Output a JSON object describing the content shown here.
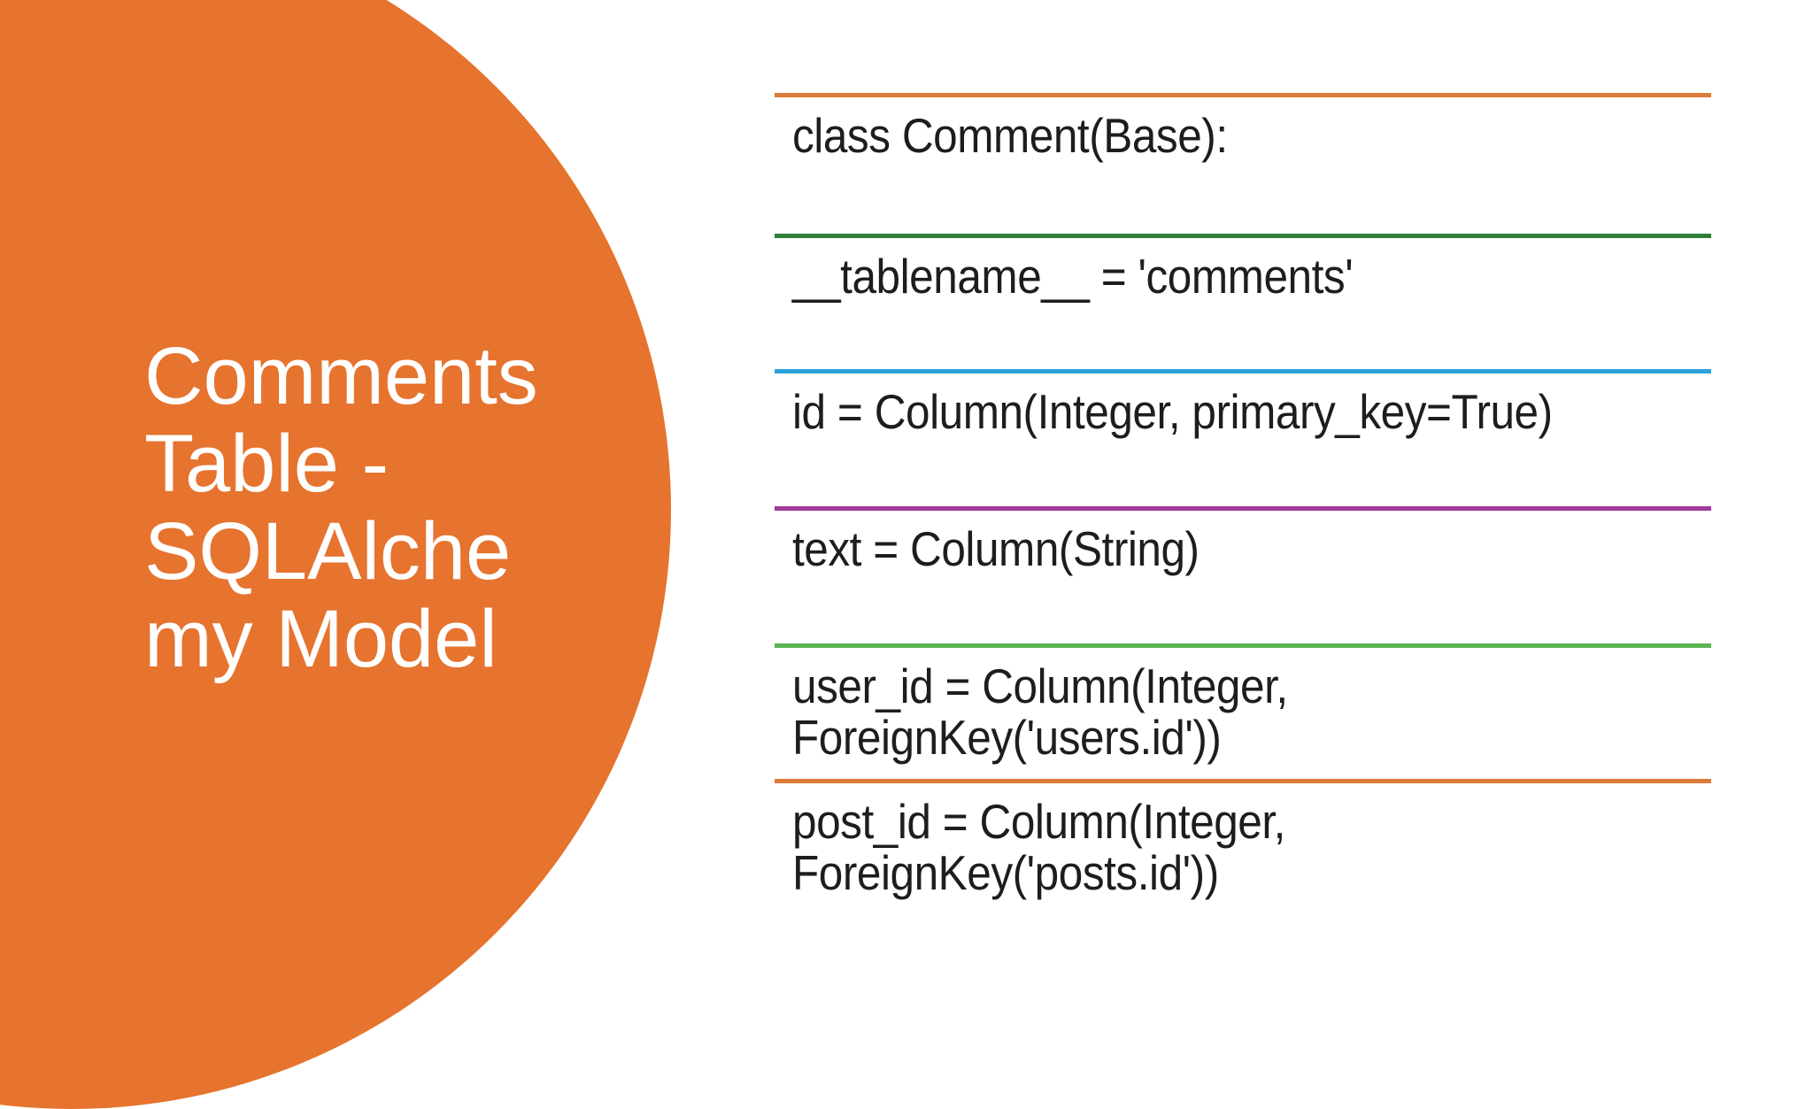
{
  "slide": {
    "kind": "presentation-slide",
    "title": {
      "full_text": "Comments Table - SQLAlchemy Model",
      "lines": [
        "Comments",
        "Table -",
        "SQLAlche",
        "my Model"
      ]
    },
    "code_rows": [
      {
        "color": "#DC7B39",
        "lines": [
          "class Comment(Base):"
        ]
      },
      {
        "color": "#2F7D3A",
        "lines": [
          "__tablename__ = 'comments'"
        ]
      },
      {
        "color": "#2FA3DC",
        "lines": [
          "id = Column(Integer, primary_key=True)"
        ]
      },
      {
        "color": "#A2399B",
        "lines": [
          "text = Column(String)"
        ]
      },
      {
        "color": "#5CB552",
        "lines": [
          "user_id = Column(Integer,",
          "ForeignKey('users.id'))"
        ]
      },
      {
        "color": "#DC7B39",
        "lines": [
          "post_id = Column(Integer,",
          "ForeignKey('posts.id'))"
        ]
      }
    ],
    "colors": {
      "background": "#FFFFFF",
      "accent_circle": "#E6732E",
      "title_text": "#FFFFFF",
      "code_text": "#1D1D1D"
    }
  }
}
